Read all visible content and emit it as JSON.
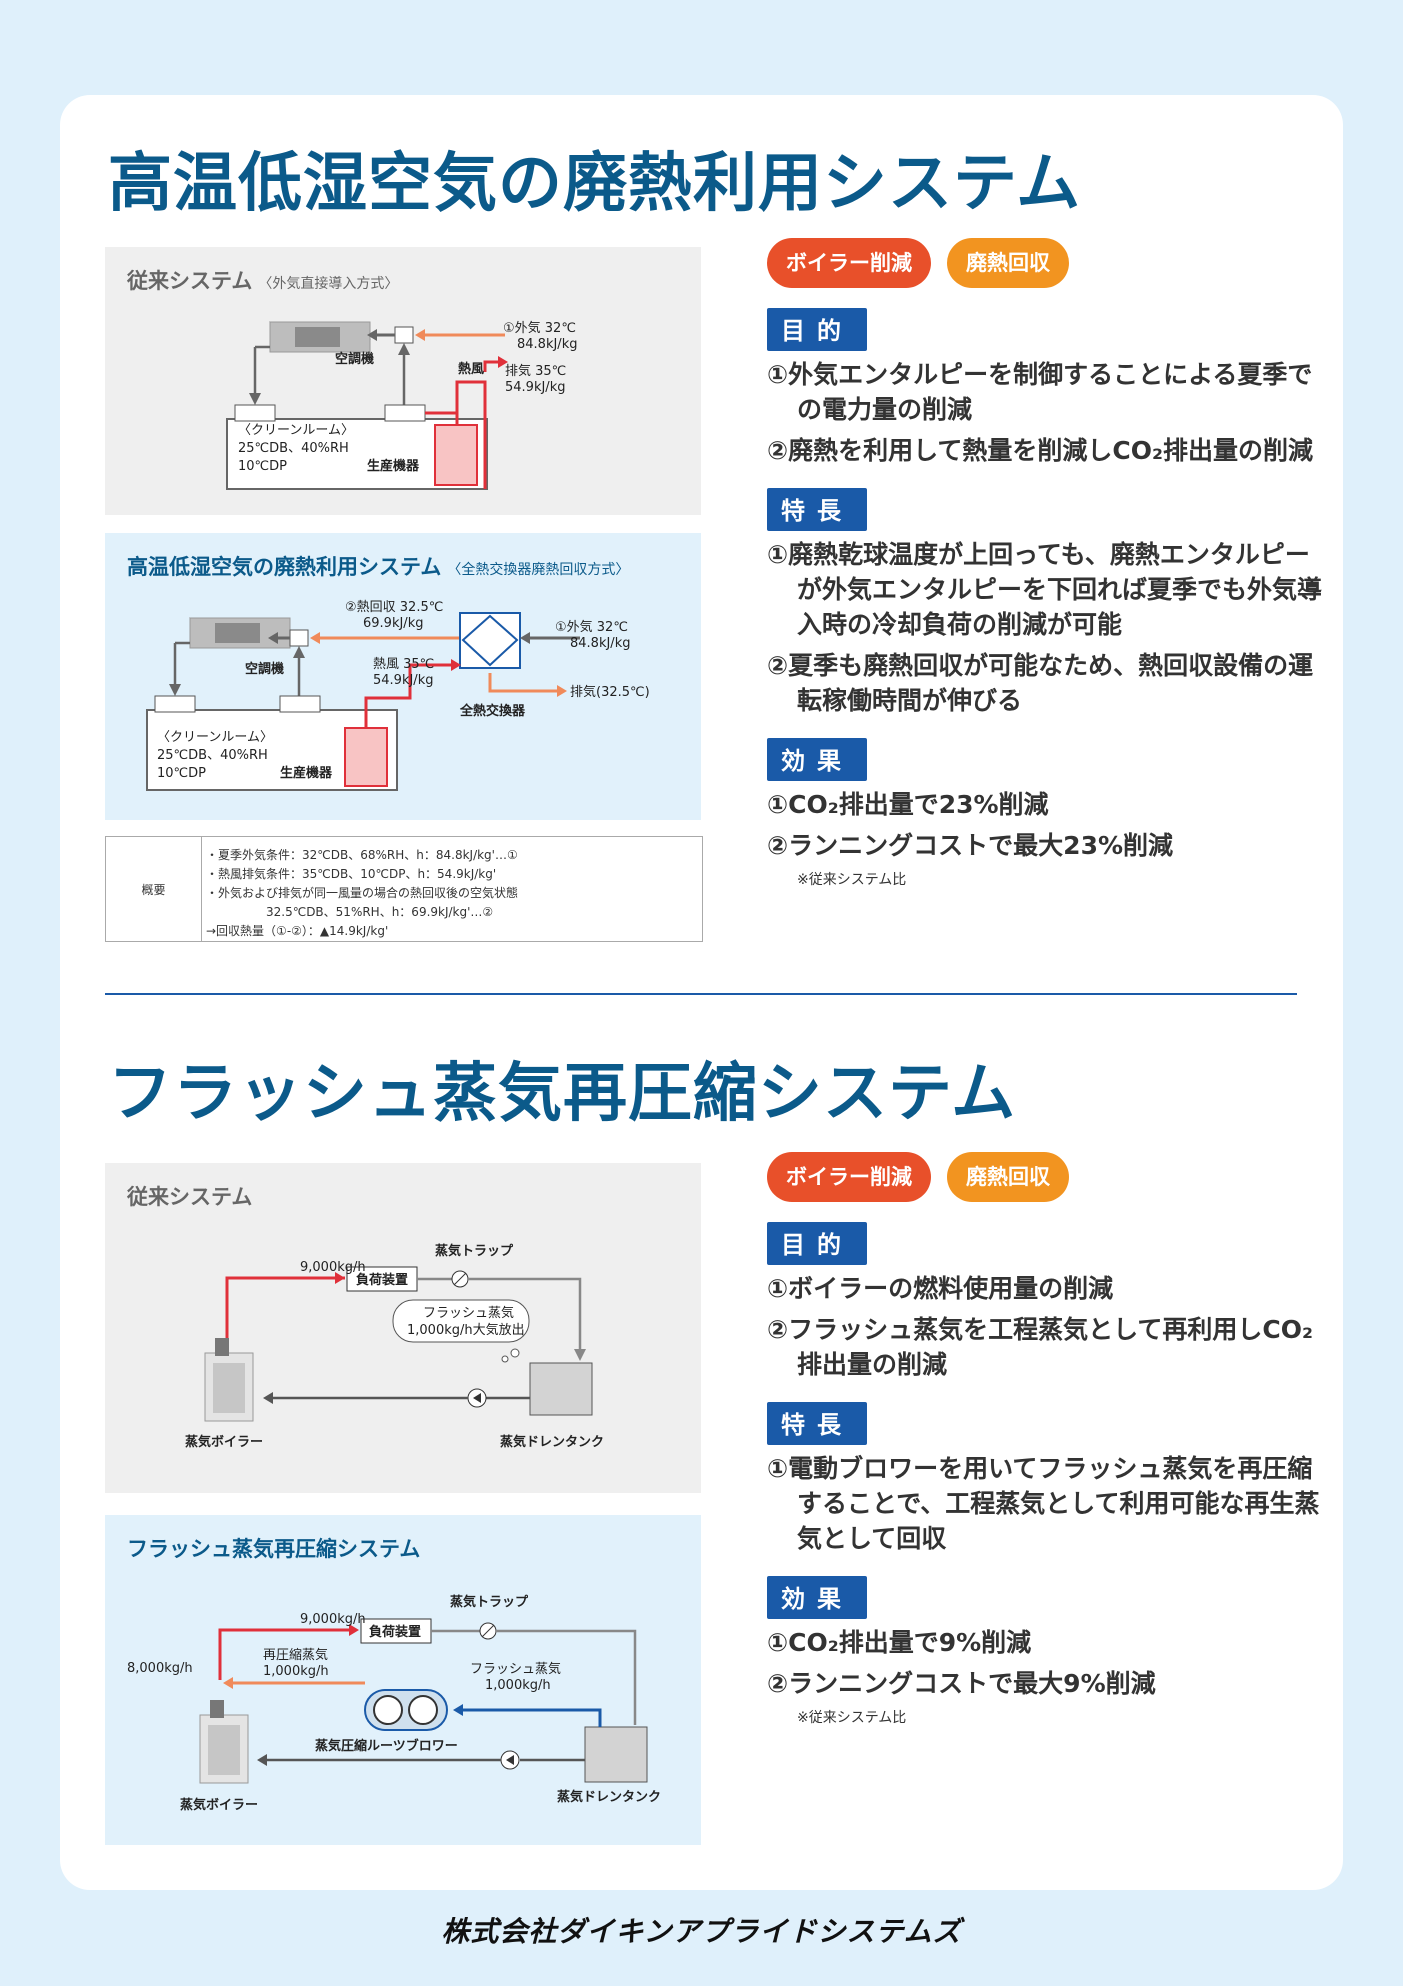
{
  "section1": {
    "title": "高温低湿空気の廃熱利用システム",
    "panelA": {
      "title": "従来システム",
      "subtitle": "〈外気直接導入方式〉",
      "outside_air": "①外気 32℃",
      "outside_air_h": "84.8kJ/kg",
      "ac": "空調機",
      "hot_air": "熱風",
      "exhaust": "排気 35℃",
      "exhaust_h": "54.9kJ/kg",
      "room1": "〈クリーンルーム〉",
      "room2": "25℃DB、40%RH",
      "room3": "10℃DP",
      "machine": "生産機器"
    },
    "panelB": {
      "title": "高温低湿空気の廃熱利用システム",
      "subtitle": "〈全熱交換器廃熱回収方式〉",
      "recover": "②熱回収 32.5℃",
      "recover_h": "69.9kJ/kg",
      "outside_air": "①外気 32℃",
      "outside_air_h": "84.8kJ/kg",
      "ac": "空調機",
      "hot_air": "熱風 35℃",
      "hot_air_h": "54.9kJ/kg",
      "exchanger": "全熱交換器",
      "exhaust": "排気(32.5℃)",
      "room1": "〈クリーンルーム〉",
      "room2": "25℃DB、40%RH",
      "room3": "10℃DP",
      "machine": "生産機器"
    },
    "summary": {
      "head": "概要",
      "lines": [
        "・夏季外気条件：32℃DB、68%RH、h：84.8kJ/kg'…①",
        "・熱風排気条件：35℃DB、10℃DP、h：54.9kJ/kg'",
        "・外気および排気が同一風量の場合の熱回収後の空気状態",
        "　　　　　32.5℃DB、51%RH、h：69.9kJ/kg'…②",
        "→回収熱量（①-②）：▲14.9kJ/kg'"
      ]
    },
    "pills": [
      "ボイラー削減",
      "廃熱回収"
    ],
    "purpose_head": "目的",
    "purpose": [
      "①外気エンタルピーを制御することによる夏季での電力量の削減",
      "②廃熱を利用して熱量を削減しCO₂排出量の削減"
    ],
    "feature_head": "特長",
    "features": [
      "①廃熱乾球温度が上回っても、廃熱エンタルピーが外気エンタルピーを下回れば夏季でも外気導入時の冷却負荷の削減が可能",
      "②夏季も廃熱回収が可能なため、熱回収設備の運転稼働時間が伸びる"
    ],
    "effect_head": "効果",
    "effects": [
      "①CO₂排出量で23%削減",
      "②ランニングコストで最大23%削減"
    ],
    "note": "※従来システム比"
  },
  "section2": {
    "title": "フラッシュ蒸気再圧縮システム",
    "panelA": {
      "title": "従来システム",
      "flow": "9,000kg/h",
      "load": "負荷装置",
      "trap": "蒸気トラップ",
      "bubble1": "フラッシュ蒸気",
      "bubble2": "1,000kg/h大気放出",
      "boiler": "蒸気ボイラー",
      "tank": "蒸気ドレンタンク"
    },
    "panelB": {
      "title": "フラッシュ蒸気再圧縮システム",
      "flow": "9,000kg/h",
      "boiler_flow": "8,000kg/h",
      "load": "負荷装置",
      "trap": "蒸気トラップ",
      "recomp1": "再圧縮蒸気",
      "recomp2": "1,000kg/h",
      "flash1": "フラッシュ蒸気",
      "flash2": "1,000kg/h",
      "blower": "蒸気圧縮ルーツブロワー",
      "boiler": "蒸気ボイラー",
      "tank": "蒸気ドレンタンク"
    },
    "pills": [
      "ボイラー削減",
      "廃熱回収"
    ],
    "purpose_head": "目的",
    "purpose": [
      "①ボイラーの燃料使用量の削減",
      "②フラッシュ蒸気を工程蒸気として再利用しCO₂排出量の削減"
    ],
    "feature_head": "特長",
    "features": [
      "①電動ブロワーを用いてフラッシュ蒸気を再圧縮することで、工程蒸気として利用可能な再生蒸気として回収"
    ],
    "effect_head": "効果",
    "effects": [
      "①CO₂排出量で9%削減",
      "②ランニングコストで最大9%削減"
    ],
    "note": "※従来システム比"
  },
  "footer": "株式会社ダイキンアプライドシステムズ",
  "colors": {
    "brand_blue": "#0b5a8a",
    "heading_blue": "#1a5aa8",
    "pill_red": "#e8502a",
    "pill_orange": "#f29420",
    "hot_red": "#e0303a",
    "orange_arrow": "#f08a5a"
  }
}
